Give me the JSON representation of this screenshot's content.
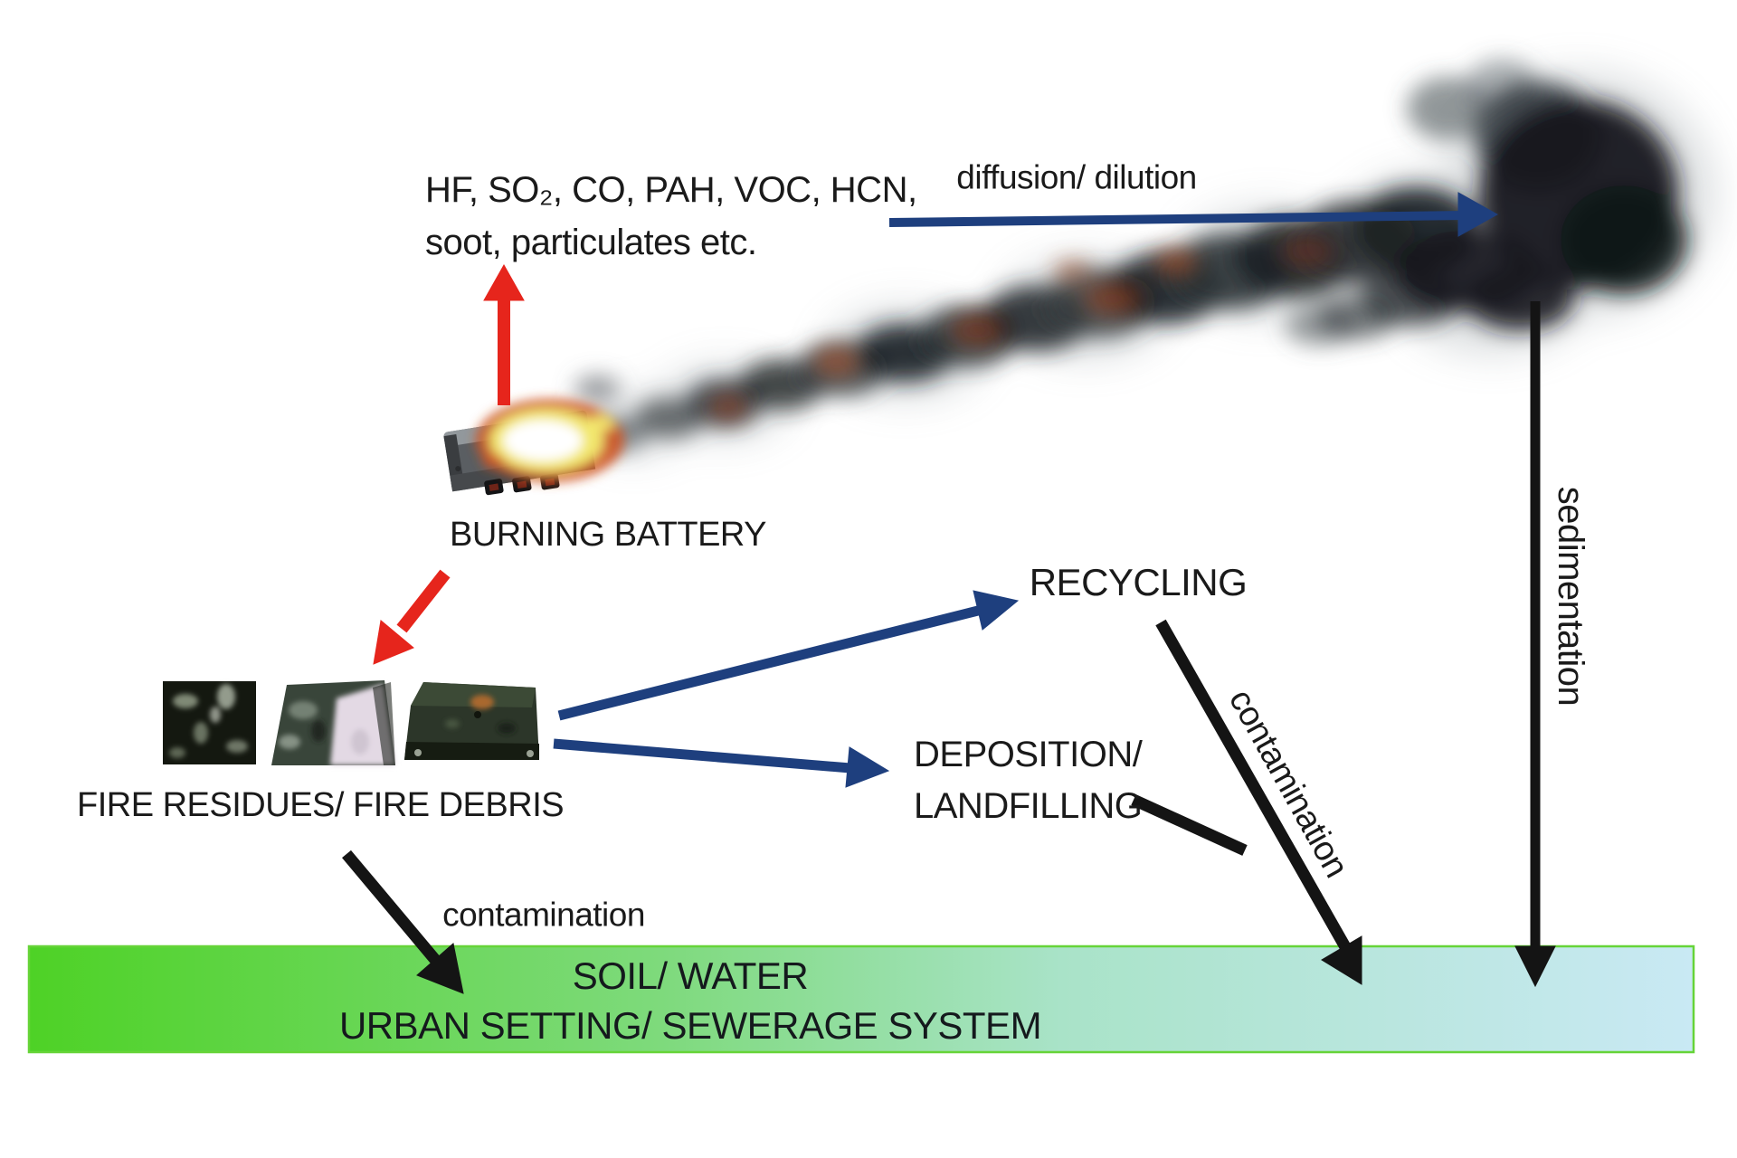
{
  "diagram": {
    "emissions_label": {
      "line1": "HF, SO₂, CO, PAH, VOC, HCN,",
      "line2": "soot, particulates etc."
    },
    "arrow_labels": {
      "diffusion": "diffusion/ dilution",
      "sedimentation": "sedimentation",
      "contamination_left": "contamination",
      "contamination_right": "contamination"
    },
    "nodes": {
      "burning_battery": "BURNING BATTERY",
      "fire_residues": "FIRE RESIDUES/ FIRE DEBRIS",
      "recycling": "RECYCLING",
      "deposition_line1": "DEPOSITION/",
      "deposition_line2": "LANDFILLING",
      "soil_line1": "SOIL/ WATER",
      "soil_line2": "URBAN SETTING/ SEWERAGE SYSTEM"
    },
    "colors": {
      "arrow_blue": "#1e3f7e",
      "arrow_red": "#e6251c",
      "arrow_black": "#141414",
      "text": "#1a1a1a",
      "bar_green": "#4ed226",
      "bar_mid1": "#7eda7c",
      "bar_mid2": "#a9e3c8",
      "bar_blue": "#c9e9f4",
      "bar_border": "#66d438"
    }
  }
}
